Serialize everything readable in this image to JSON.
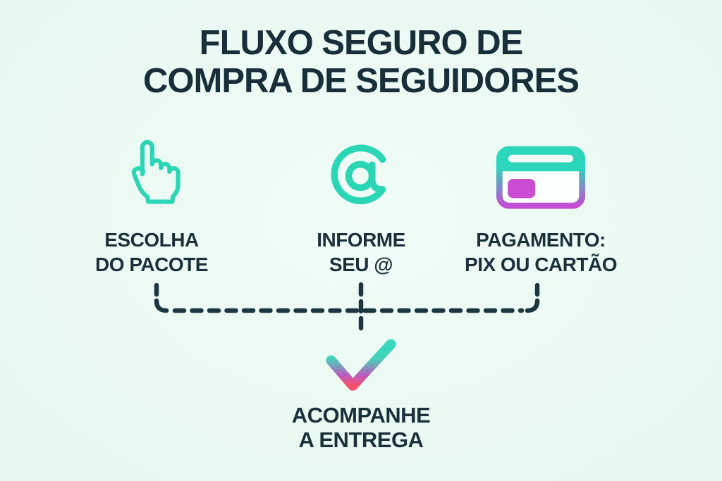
{
  "title": {
    "line1": "FLUXO SEGURO DE",
    "line2": "COMPRA DE SEGUIDORES"
  },
  "steps": [
    {
      "icon": "hand-pointer-icon",
      "label_line1": "ESCOLHA",
      "label_line2": "DO PACOTE"
    },
    {
      "icon": "at-sign-icon",
      "label_line1": "INFORME",
      "label_line2": "SEU @"
    },
    {
      "icon": "credit-card-icon",
      "label_line1": "PAGAMENTO:",
      "label_line2": "PIX OU CARTÃO"
    }
  ],
  "final_step": {
    "icon": "checkmark-icon",
    "label_line1": "ACOMPANHE",
    "label_line2": "A ENTREGA"
  },
  "colors": {
    "background": "#E8F9F1",
    "teal": "#2BD6B4",
    "magenta": "#C54CD5",
    "chip_magenta": "#CB4BD2",
    "pink": "#F74F6B",
    "dark_text": "#182F3A",
    "dash": "#1C3641"
  }
}
